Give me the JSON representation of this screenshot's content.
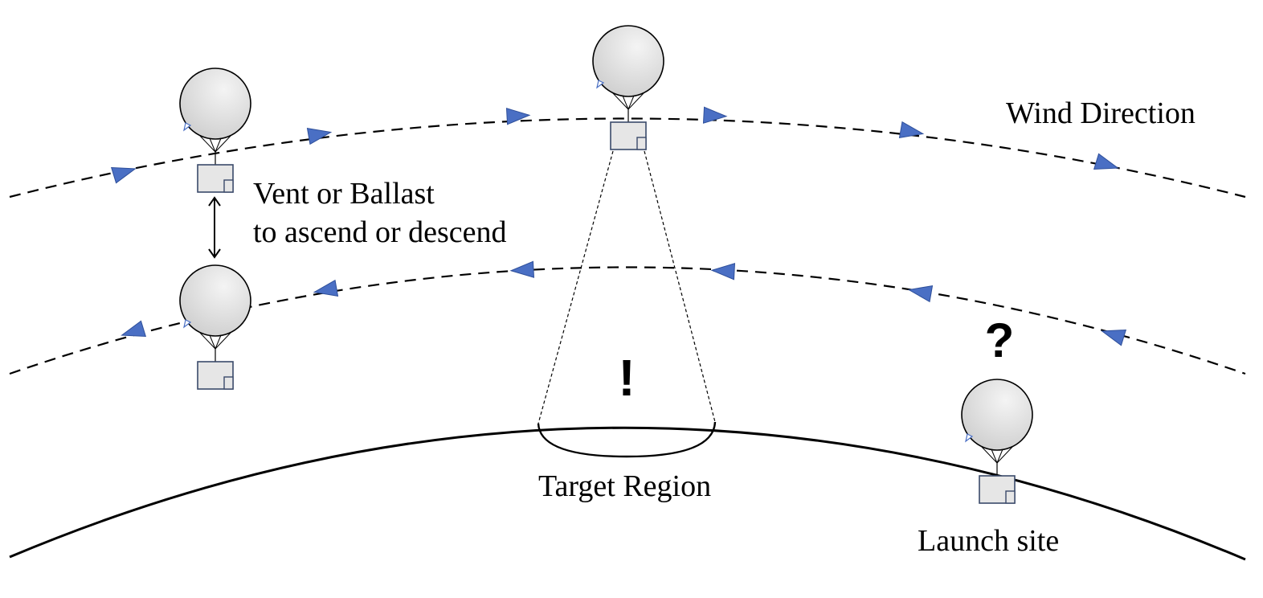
{
  "labels": {
    "wind_direction": "Wind Direction",
    "vent_line1": "Vent or Ballast",
    "vent_line2": "to ascend or descend",
    "target_region": "Target Region",
    "launch_site": "Launch site",
    "exclamation": "!",
    "question": "?"
  },
  "colors": {
    "wind_arrow": "#4a6fc4",
    "payload_fill": "#e6e6e6",
    "payload_stroke": "#3a4a6a",
    "balloon_light": "#f4f4f4",
    "balloon_dark": "#cfcfcf"
  },
  "icons": {
    "balloon": "balloon-icon",
    "payload": "payload-box-icon",
    "vertical_arrow": "up-down-arrow-icon"
  }
}
